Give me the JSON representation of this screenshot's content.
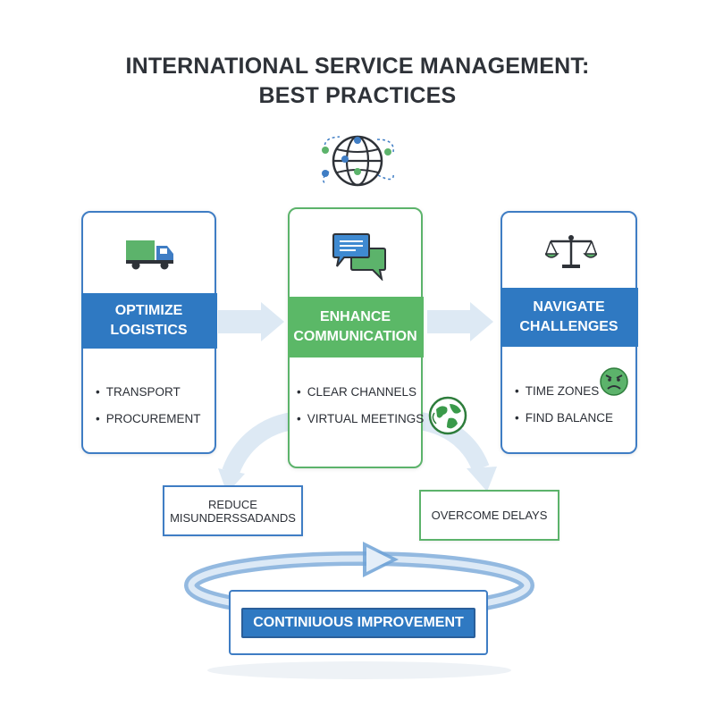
{
  "title": {
    "line1": "INTERNATIONAL SERVICE MANAGEMENT:",
    "line2": "BEST PRACTICES"
  },
  "icons": {
    "top": "globe-network-icon",
    "card1": "truck-icon",
    "card2": "chat-bubbles-icon",
    "card3": "scales-icon",
    "angry": "angry-face-icon",
    "world": "globe-icon"
  },
  "cards": [
    {
      "title_lines": [
        "OPTIMIZE",
        "LOGISTICS"
      ],
      "bullets": [
        "TRANSPORT",
        "PROCUREMENT"
      ]
    },
    {
      "title_lines": [
        "ENHANCE",
        "COMMUNICATION"
      ],
      "bullets": [
        "CLEAR CHANNELS",
        "VIRTUAL MEETINGS"
      ]
    },
    {
      "title_lines": [
        "NAVIGATE",
        "CHALLENGES"
      ],
      "bullets": [
        "TIME ZONES",
        "FIND BALANCE"
      ]
    }
  ],
  "outcomes": {
    "reduce": [
      "REDUCE",
      "MISUNDERSSADANDS"
    ],
    "overcome": "OVERCOME DELAYS"
  },
  "continuous": "CONTINIUOUS IMPROVEMENT",
  "colors": {
    "blue": "#2f79c2",
    "green": "#5bb867",
    "arrow": "#dde9f4",
    "cycle": "#6fa2d6"
  }
}
